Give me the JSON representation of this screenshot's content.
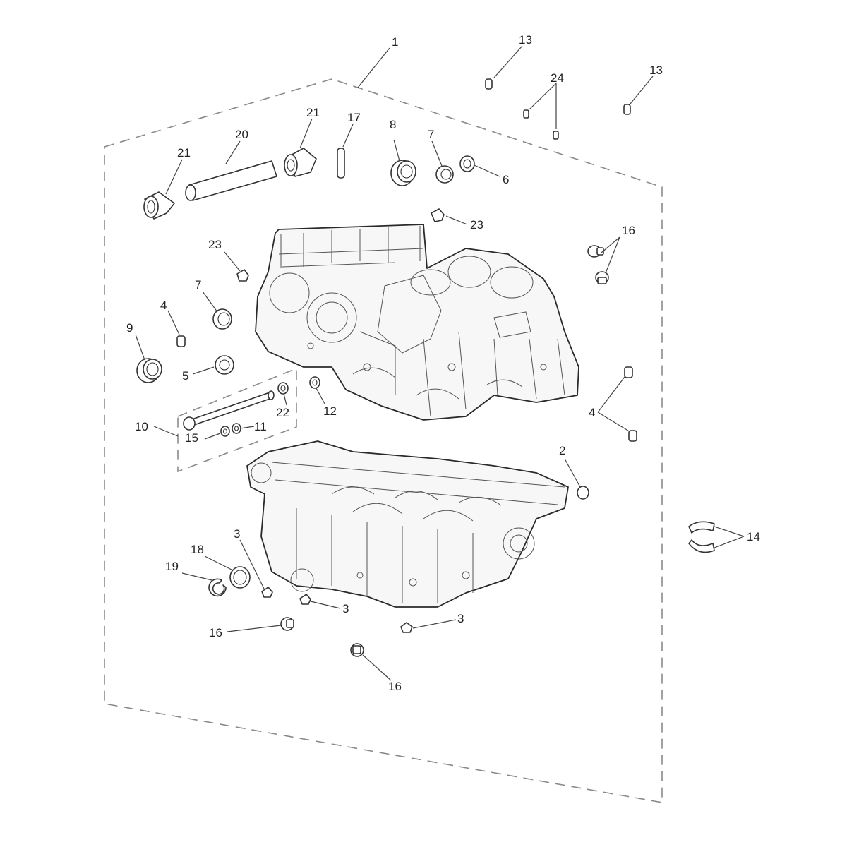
{
  "diagram": {
    "callouts": {
      "c1": "1",
      "c2": "2",
      "c3a": "3",
      "c3b": "3",
      "c3c": "3",
      "c4a": "4",
      "c4b": "4",
      "c5": "5",
      "c6": "6",
      "c7a": "7",
      "c7b": "7",
      "c8": "8",
      "c9": "9",
      "c10": "10",
      "c11": "11",
      "c12": "12",
      "c13a": "13",
      "c13b": "13",
      "c14": "14",
      "c15": "15",
      "c16a": "16",
      "c16b": "16",
      "c16c": "16",
      "c17": "17",
      "c18": "18",
      "c19": "19",
      "c20": "20",
      "c21a": "21",
      "c21b": "21",
      "c22": "22",
      "c23a": "23",
      "c23b": "23",
      "c24": "24"
    },
    "colors": {
      "line": "#333333",
      "dashed_boundary": "#8a8a8a",
      "background": "#ffffff"
    }
  }
}
